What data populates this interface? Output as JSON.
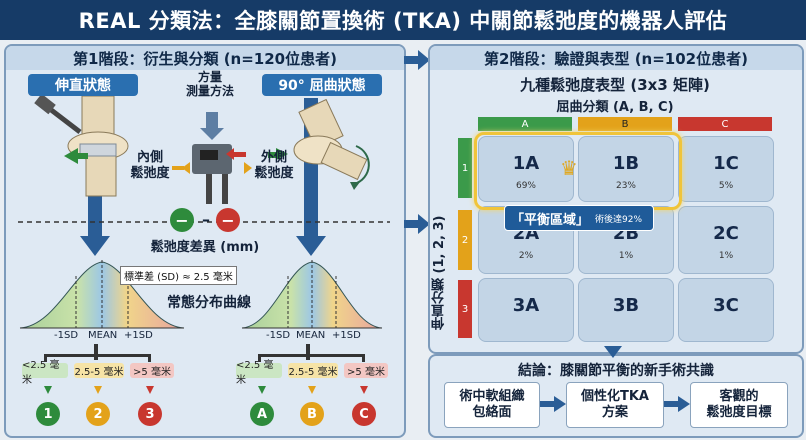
{
  "title": "REAL 分類法：全膝關節置換術 (TKA) 中關節鬆弛度的機器人評估",
  "phase1": {
    "heading": "第1階段：衍生與分類 (n=120位患者)",
    "extension_label": "伸直狀態",
    "flexion_label": "90° 屈曲狀態",
    "quant_method": "方量\n測量方法",
    "medial_laxity": "內側\n鬆弛度",
    "lateral_laxity": "外側\n鬆弛度",
    "minus_sign": "–",
    "laxity_diff": "鬆弛度差異 (mm)",
    "sd_note": "標準差 (SD) ≈ 2.5 毫米",
    "normal_curve": "常態分布曲線",
    "axis_ticks": [
      "-1SD",
      "MEAN",
      "+1SD"
    ],
    "ranges": [
      "<2.5 毫米",
      "2.5-5 毫米",
      ">5 毫米"
    ],
    "ext_categories": [
      "1",
      "2",
      "3"
    ],
    "flex_categories": [
      "A",
      "B",
      "C"
    ]
  },
  "phase2": {
    "heading": "第2階段：驗證與表型 (n=102位患者)",
    "matrix_title": "九種鬆弛度表型 (3x3 矩陣)",
    "flexion_class": "屈曲分類 (A, B, C)",
    "extension_class": "伸直分類 (1, 2, 3)",
    "columns": [
      "A",
      "B",
      "C"
    ],
    "rows": [
      "1",
      "2",
      "3"
    ],
    "cells": [
      {
        "label": "1A",
        "pct": "69%"
      },
      {
        "label": "1B",
        "pct": "23%"
      },
      {
        "label": "1C",
        "pct": "5%"
      },
      {
        "label": "2A",
        "pct": "2%"
      },
      {
        "label": "2B",
        "pct": "1%"
      },
      {
        "label": "2C",
        "pct": "1%"
      },
      {
        "label": "3A",
        "pct": ""
      },
      {
        "label": "3B",
        "pct": ""
      },
      {
        "label": "3C",
        "pct": ""
      }
    ],
    "balanced_zone": "「平衡區域」",
    "postop_rate": "術後達92%",
    "crown_icon": "crown-icon"
  },
  "conclusion": {
    "heading": "結論：膝關節平衡的新手術共識",
    "steps": [
      "術中軟組織\n包絡面",
      "個性化TKA\n方案",
      "客觀的\n鬆弛度目標"
    ]
  },
  "colors": {
    "green": "#2e8b3c",
    "yellow": "#e3a21a",
    "red": "#c8372f",
    "navy": "#163b67",
    "blue": "#2a6fb0"
  }
}
